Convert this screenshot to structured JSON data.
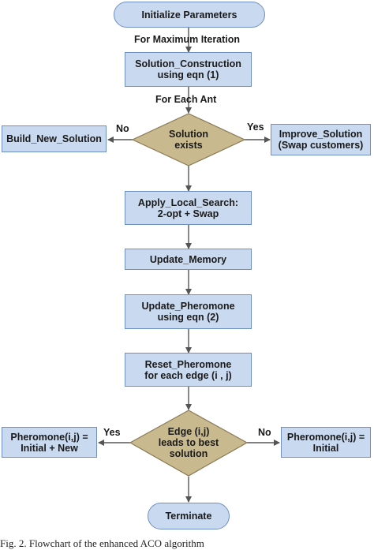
{
  "nodes": {
    "init": "Initialize Parameters",
    "construction": "Solution_Construction\nusing eqn (1)",
    "decision1": "Solution\nexists",
    "build_new": "Build_New_Solution",
    "improve": "Improve_Solution\n(Swap customers)",
    "local_search": "Apply_Local_Search:\n2-opt + Swap",
    "update_memory": "Update_Memory",
    "update_pheromone": "Update_Pheromone\nusing eqn (2)",
    "reset_pheromone": "Reset_Pheromone\nfor each edge (i , j)",
    "decision2": "Edge (i,j)\nleads to best\nsolution",
    "pher_new": "Pheromone(i,j) =\nInitial + New",
    "pher_initial": "Pheromone(i,j) =\nInitial",
    "terminate": "Terminate"
  },
  "labels": {
    "max_iter": "For Maximum Iteration",
    "each_ant": "For Each Ant",
    "d1_no": "No",
    "d1_yes": "Yes",
    "d2_yes": "Yes",
    "d2_no": "No"
  },
  "caption": "Fig. 2.   Flowchart of the enhanced ACO algorithm",
  "colors": {
    "box_fill": "#c9d9ef",
    "box_border": "#6f8fc0",
    "diamond_fill": "#c8b98f",
    "diamond_border": "#8a7a55",
    "line": "#555555"
  }
}
